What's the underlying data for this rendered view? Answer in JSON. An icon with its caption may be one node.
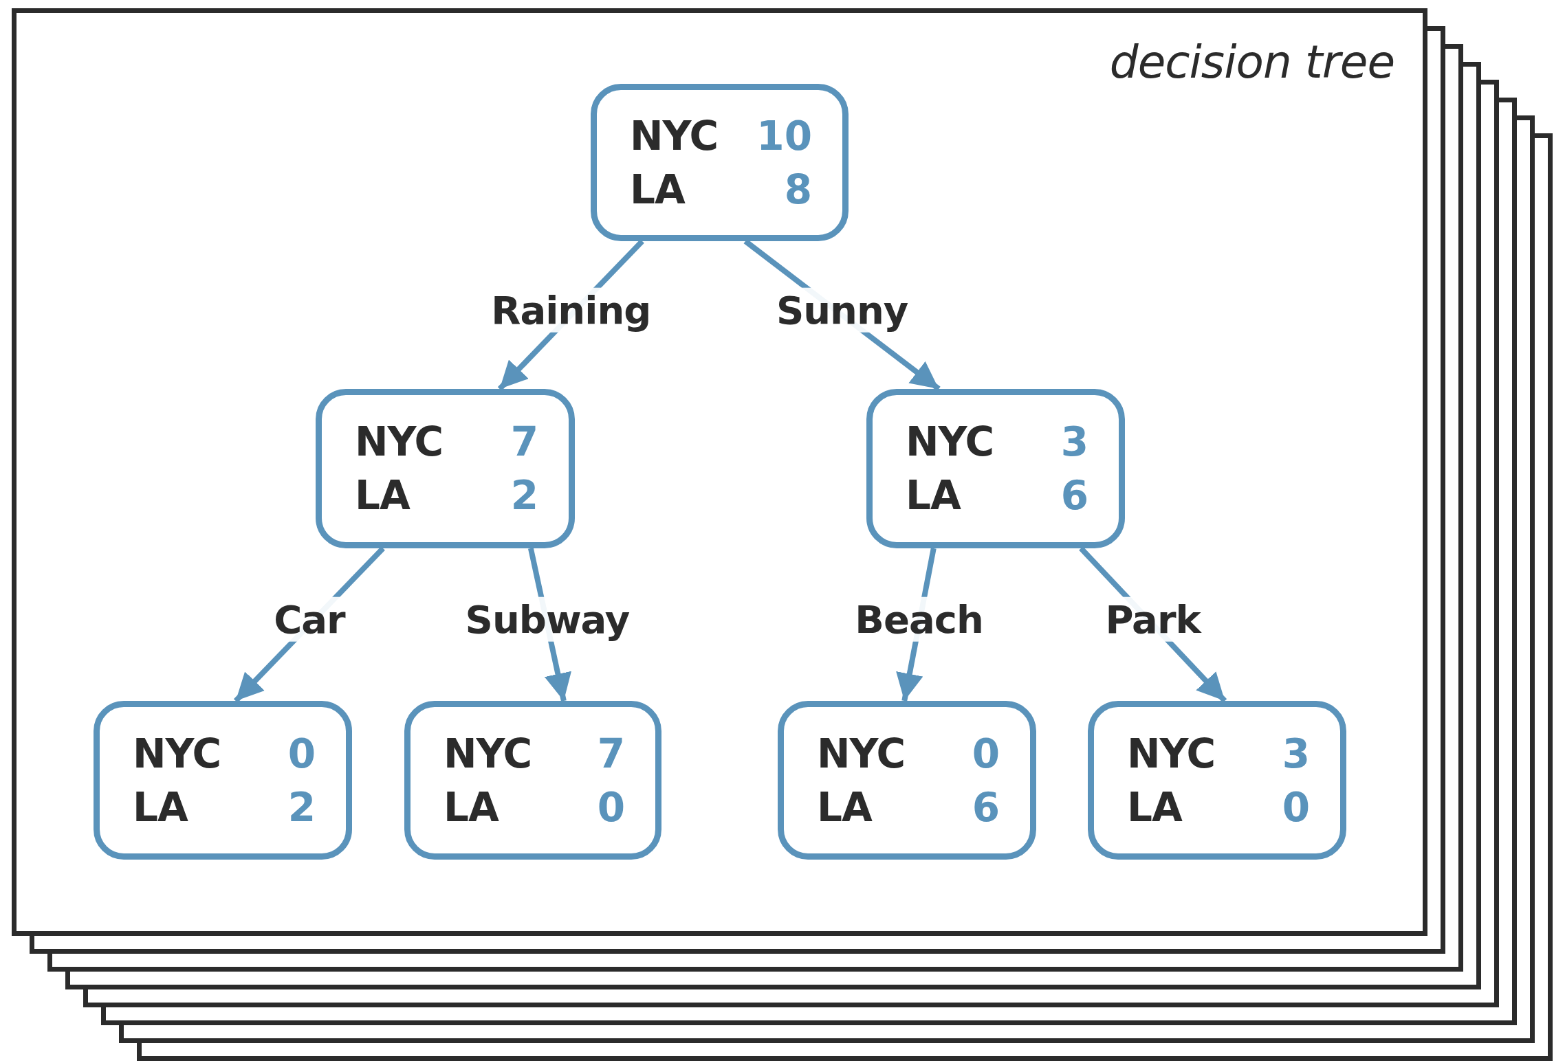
{
  "diagram": {
    "title": "decision tree",
    "nodes": [
      {
        "text": [
          "NYC",
          "10",
          "LA",
          "8"
        ]
      },
      {
        "text": [
          "NYC",
          "7",
          "LA",
          "2"
        ]
      },
      {
        "text": [
          "NYC",
          "3",
          "LA",
          "6"
        ]
      },
      {
        "text": [
          "NYC",
          "0",
          "LA",
          "2"
        ]
      },
      {
        "text": [
          "NYC",
          "7",
          "LA",
          "0"
        ]
      },
      {
        "text": [
          "NYC",
          "0",
          "LA",
          "6"
        ]
      },
      {
        "text": [
          "NYC",
          "3",
          "LA",
          "0"
        ]
      }
    ],
    "edges": [
      {
        "from": 0,
        "to": 1,
        "arrow": "to",
        "label": "Raining"
      },
      {
        "from": 0,
        "to": 2,
        "arrow": "to",
        "label": "Sunny"
      },
      {
        "from": 1,
        "to": 3,
        "arrow": "to",
        "label": "Car"
      },
      {
        "from": 1,
        "to": 4,
        "arrow": "to",
        "label": "Subway"
      },
      {
        "from": 2,
        "to": 5,
        "arrow": "to",
        "label": "Beach"
      },
      {
        "from": 2,
        "to": 6,
        "arrow": "to",
        "label": "Park"
      }
    ]
  }
}
